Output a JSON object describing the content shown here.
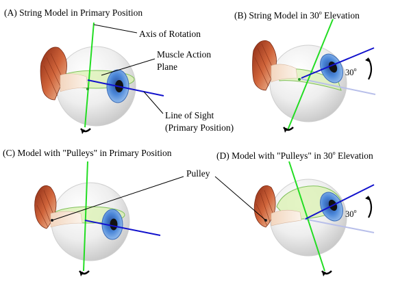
{
  "panels": {
    "a": {
      "title_pre": "(A) String Model in Primary Position",
      "title_sup": ""
    },
    "b": {
      "title_pre": "(B) String Model in 30",
      "title_sup": "o",
      "title_post": " Elevation"
    },
    "c": {
      "title_pre": "(C) Model with \"Pulleys\" in Primary Position",
      "title_sup": ""
    },
    "d": {
      "title_pre": "(D) Model with \"Pulleys\" in 30",
      "title_sup": "o",
      "title_post": " Elevation"
    }
  },
  "labels": {
    "axis_of_rotation": "Axis of Rotation",
    "muscle_action_line1": "Muscle Action",
    "muscle_action_line2": "Plane",
    "line_of_sight_line1": "Line of Sight",
    "line_of_sight_line2": "(Primary Position)",
    "pulley": "Pulley"
  },
  "elevation": {
    "value": "30",
    "unit_sup": "o"
  },
  "colors": {
    "axis": "#22dd22",
    "gaze": "#1111cc",
    "gaze_ghost": "#b8bfea",
    "plane_fill": "#d9f0b0",
    "plane_stroke": "#7fc05a",
    "globe": "#ececec",
    "iris": "#4a86d8",
    "muscle": "#c0552e"
  }
}
